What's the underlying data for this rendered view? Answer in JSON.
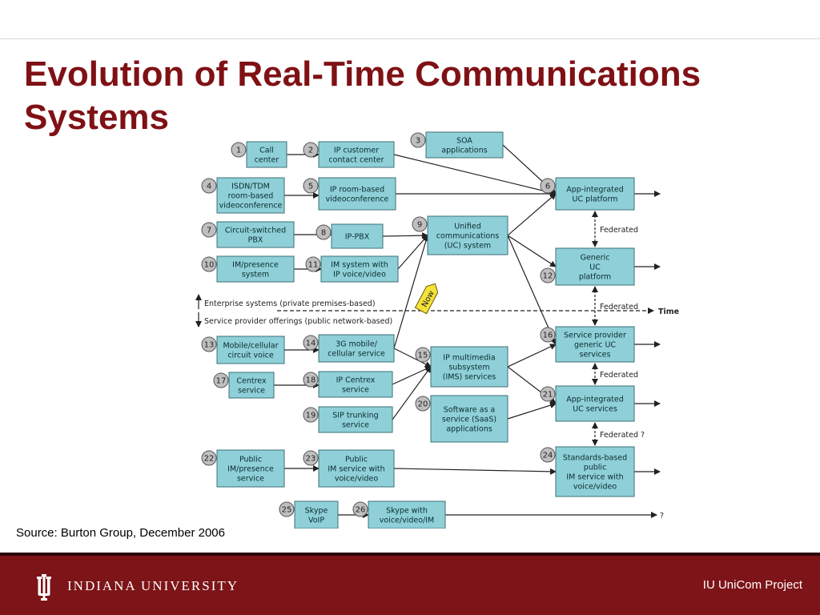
{
  "title": "Evolution of Real-Time Communications Systems",
  "source": "Source: Burton Group, December 2006",
  "footer": {
    "university": "INDIANA UNIVERSITY",
    "project": "IU UniCom Project"
  },
  "colors": {
    "brand": "#7d1418",
    "title": "#7f1115",
    "box_fill": "#8fd0d8",
    "box_stroke": "#3e6f77",
    "badge_fill": "#bfbfbf"
  },
  "diagram": {
    "nodes": [
      {
        "id": "1",
        "lines": [
          "Call",
          "center"
        ]
      },
      {
        "id": "2",
        "lines": [
          "IP customer",
          "contact center"
        ]
      },
      {
        "id": "3",
        "lines": [
          "SOA",
          "applications"
        ]
      },
      {
        "id": "4",
        "lines": [
          "ISDN/TDM",
          "room-based",
          "videoconference"
        ]
      },
      {
        "id": "5",
        "lines": [
          "IP room-based",
          "videoconference"
        ]
      },
      {
        "id": "6",
        "lines": [
          "App-integrated",
          "UC platform"
        ]
      },
      {
        "id": "7",
        "lines": [
          "Circuit-switched",
          "PBX"
        ]
      },
      {
        "id": "8",
        "lines": [
          "IP-PBX"
        ]
      },
      {
        "id": "9",
        "lines": [
          "Unified",
          "communications",
          "(UC) system"
        ]
      },
      {
        "id": "10",
        "lines": [
          "IM/presence",
          "system"
        ]
      },
      {
        "id": "11",
        "lines": [
          "IM system with",
          "IP voice/video"
        ]
      },
      {
        "id": "12",
        "lines": [
          "Generic",
          "UC",
          "platform"
        ]
      },
      {
        "id": "13",
        "lines": [
          "Mobile/cellular",
          "circuit voice"
        ]
      },
      {
        "id": "14",
        "lines": [
          "3G mobile/",
          "cellular service"
        ]
      },
      {
        "id": "15",
        "lines": [
          "IP multimedia",
          "subsystem",
          "(IMS) services"
        ]
      },
      {
        "id": "16",
        "lines": [
          "Service provider",
          "generic UC",
          "services"
        ]
      },
      {
        "id": "17",
        "lines": [
          "Centrex",
          "service"
        ]
      },
      {
        "id": "18",
        "lines": [
          "IP Centrex",
          "service"
        ]
      },
      {
        "id": "19",
        "lines": [
          "SIP trunking",
          "service"
        ]
      },
      {
        "id": "20",
        "lines": [
          "Software as a",
          "service (SaaS)",
          "applications"
        ]
      },
      {
        "id": "21",
        "lines": [
          "App-integrated",
          "UC services"
        ]
      },
      {
        "id": "22",
        "lines": [
          "Public",
          "IM/presence",
          "service"
        ]
      },
      {
        "id": "23",
        "lines": [
          "Public",
          "IM service with",
          "voice/video"
        ]
      },
      {
        "id": "24",
        "lines": [
          "Standards-based",
          "public",
          "IM service with",
          "voice/video"
        ]
      },
      {
        "id": "25",
        "lines": [
          "Skype",
          "VoIP"
        ]
      },
      {
        "id": "26",
        "lines": [
          "Skype with",
          "voice/video/IM"
        ]
      }
    ],
    "labels": {
      "federated": "Federated",
      "federated_q": "Federated ?",
      "time": "Time",
      "now": "Now",
      "enterprise": "Enterprise systems (private premises-based)",
      "provider": "Service provider offerings (public network-based)",
      "question": "?"
    }
  }
}
